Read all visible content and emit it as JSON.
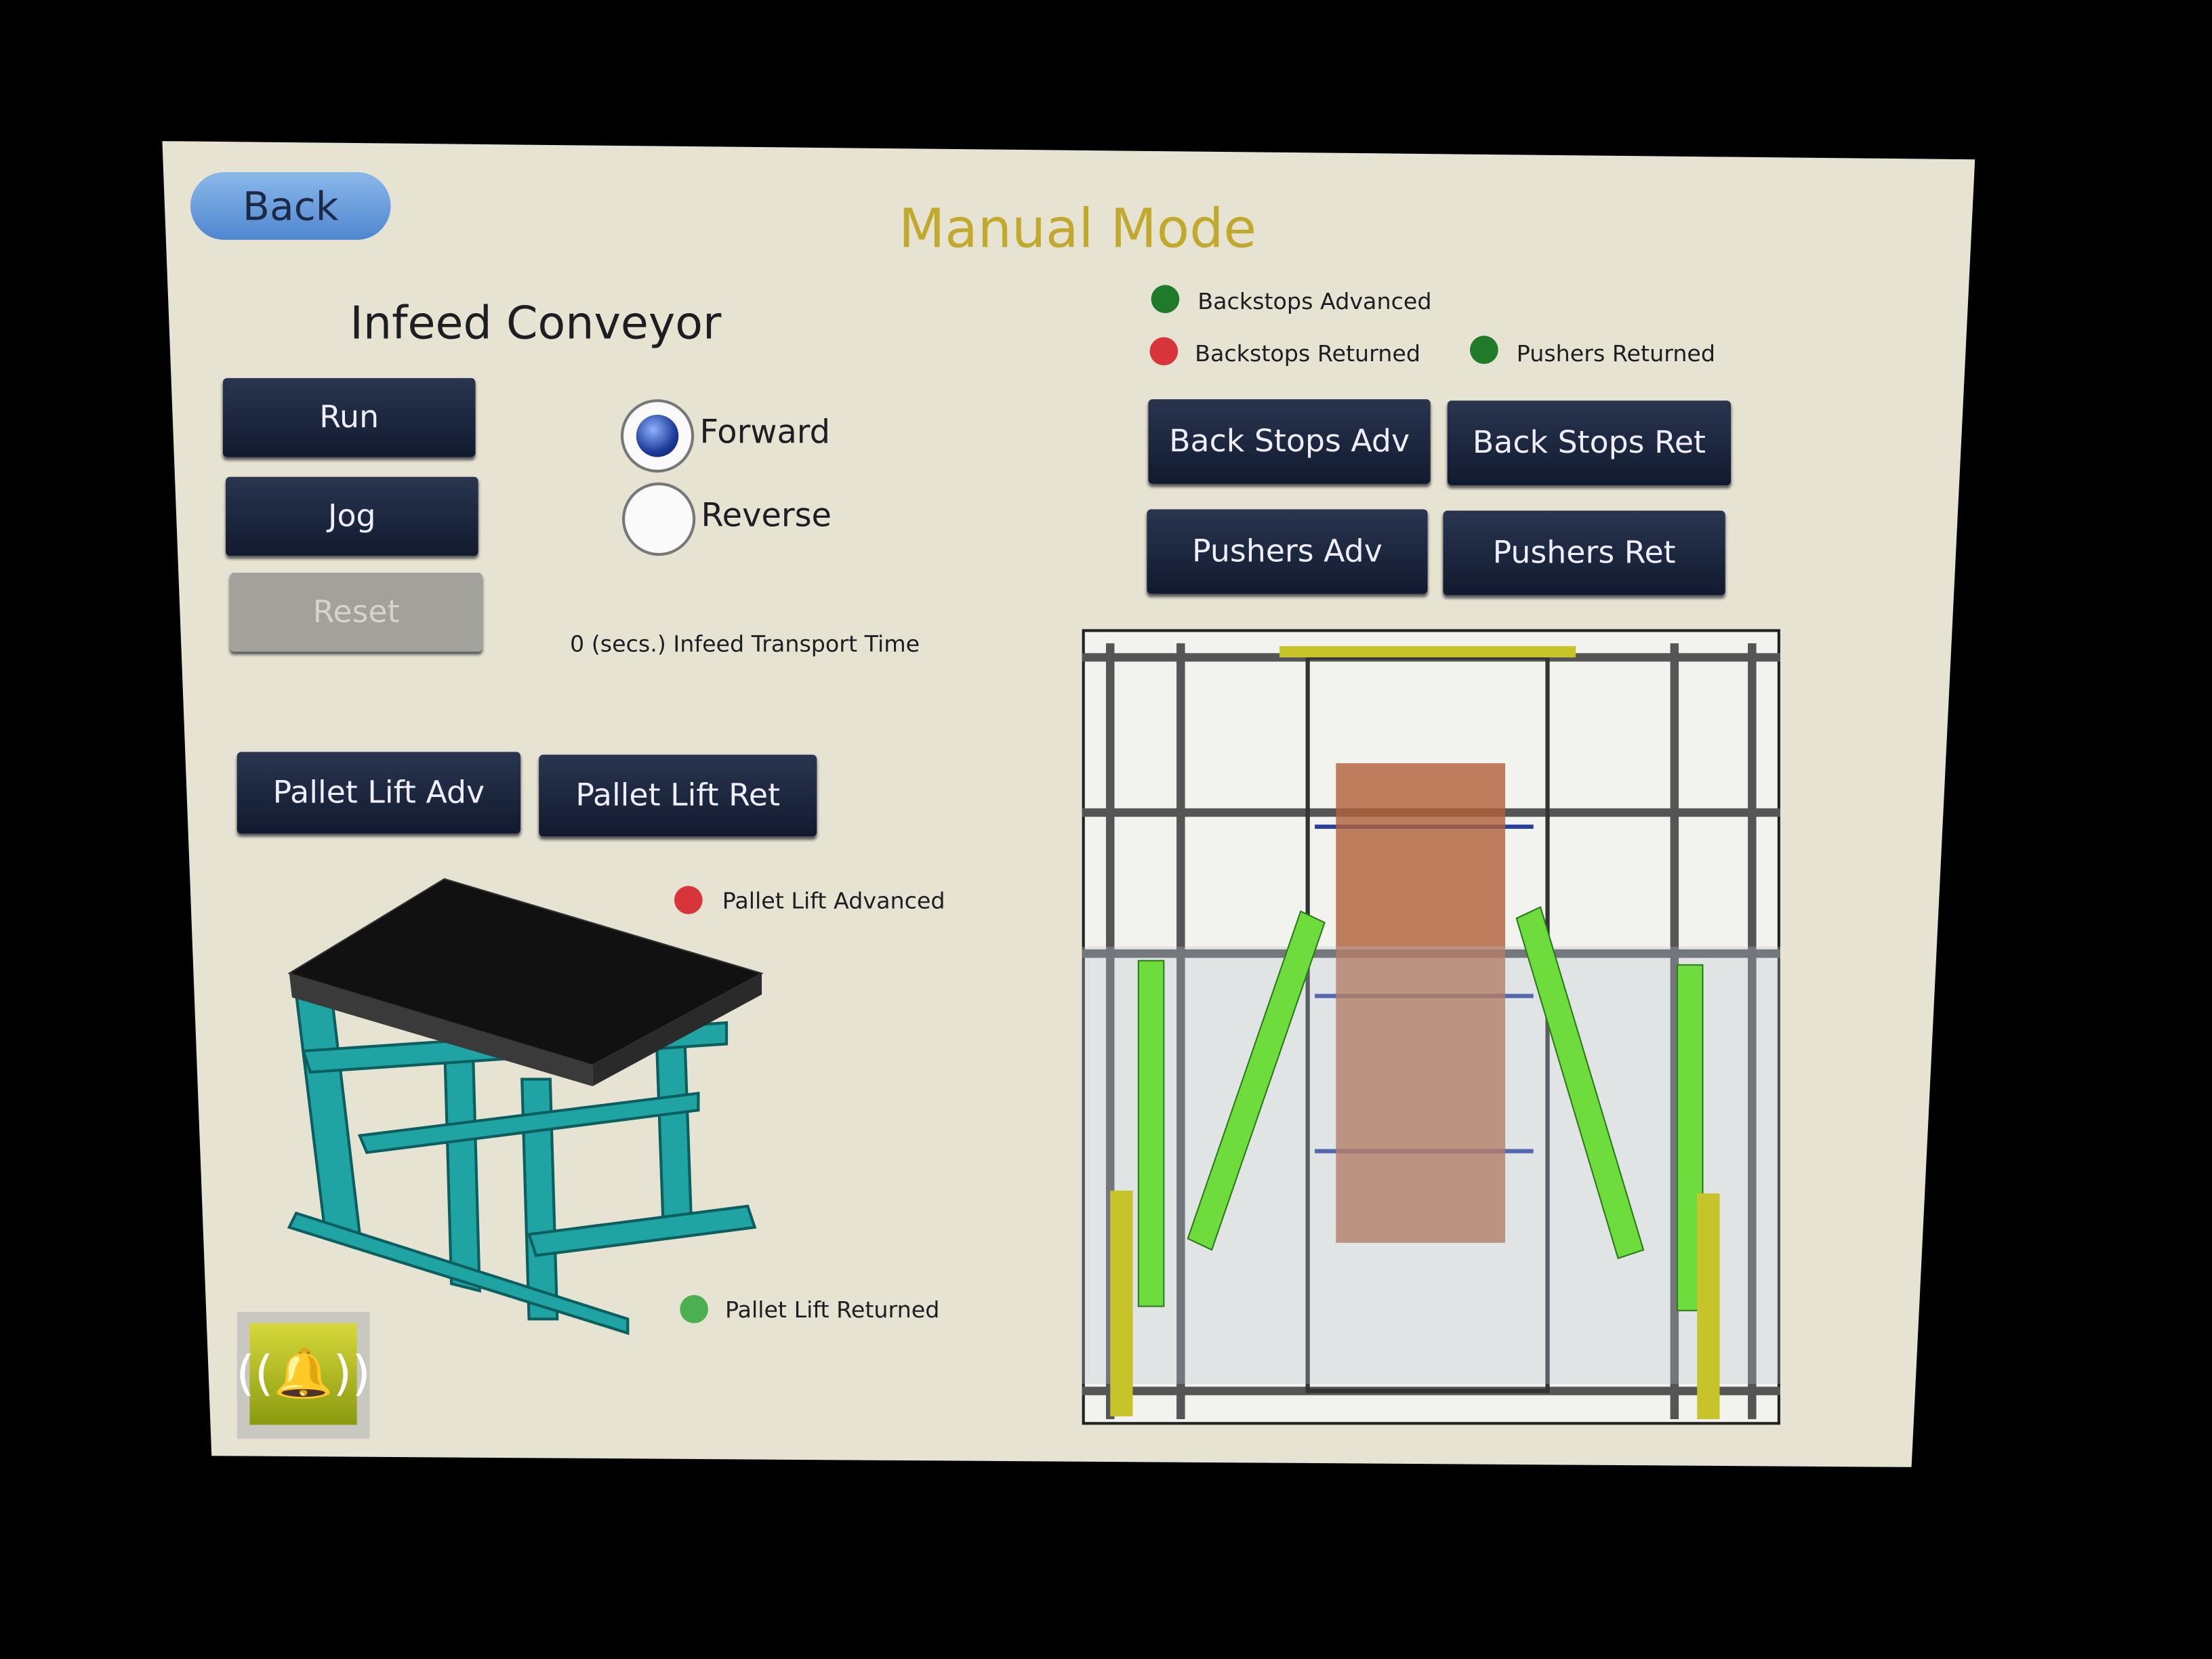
{
  "header": {
    "back_label": "Back",
    "title": "Manual Mode"
  },
  "infeed": {
    "title": "Infeed Conveyor",
    "buttons": {
      "run": "Run",
      "jog": "Jog",
      "reset": "Reset"
    },
    "direction": {
      "options": [
        "Forward",
        "Reverse"
      ],
      "selected": "Forward"
    },
    "transport_time": "0 (secs.) Infeed Transport Time"
  },
  "pallet_lift": {
    "adv_label": "Pallet Lift Adv",
    "ret_label": "Pallet Lift Ret",
    "status": [
      {
        "label": "Pallet Lift Advanced",
        "color": "#d8343c"
      },
      {
        "label": "Pallet Lift Returned",
        "color": "#4caf50"
      }
    ]
  },
  "backstops": {
    "status": [
      {
        "label": "Backstops Advanced",
        "color": "#1f7a2a"
      },
      {
        "label": "Backstops Returned",
        "color": "#d8343c"
      },
      {
        "label": "Pushers Returned",
        "color": "#1f7a2a"
      }
    ],
    "buttons": {
      "bs_adv": "Back Stops Adv",
      "bs_ret": "Back Stops Ret",
      "p_adv": "Pushers Adv",
      "p_ret": "Pushers Ret"
    }
  },
  "icons": {
    "alarm": "alarm-bell-icon"
  }
}
